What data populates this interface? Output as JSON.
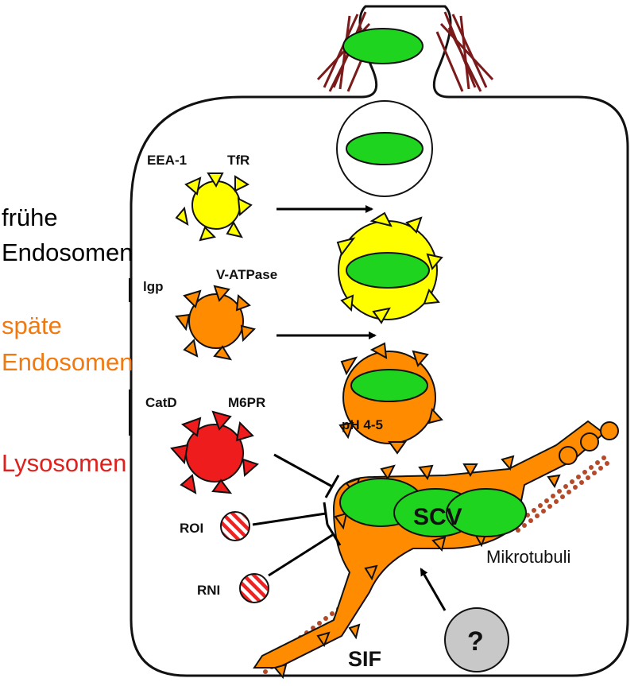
{
  "labels": {
    "early_endosomes": [
      "frühe",
      "Endosomen"
    ],
    "late_endosomes": [
      "späte",
      "Endosomen"
    ],
    "lysosomes": "Lysosomen",
    "eea1": "EEA-1",
    "tfr": "TfR",
    "lgp": "lgp",
    "v_atpase": "V-ATPase",
    "catd": "CatD",
    "m6pr": "M6PR",
    "ph": "pH 4-5",
    "scv": "SCV",
    "roi": "ROI",
    "rni": "RNI",
    "mikrotubuli": "Mikrotubuli",
    "sif": "SIF",
    "unknown": "?"
  },
  "colors": {
    "early": "#ffff00",
    "late": "#ff8c00",
    "lysosome": "#ee1c1c",
    "bacterium": "#1fd41f",
    "actin": "#7a1a1a",
    "microtubule": "#b44a2a",
    "early_text": "#000000",
    "late_text": "#f07a10",
    "lysosome_text": "#e0201c"
  }
}
